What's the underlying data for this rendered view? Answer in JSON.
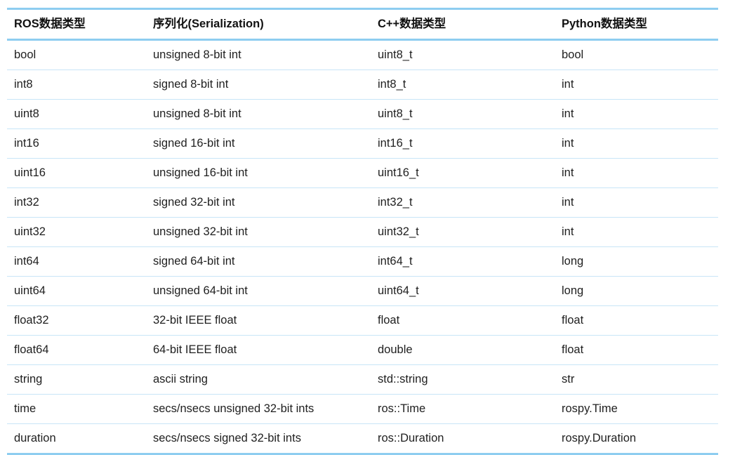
{
  "table": {
    "columns": [
      "ROS数据类型",
      "序列化(Serialization)",
      "C++数据类型",
      "Python数据类型"
    ],
    "rows": [
      [
        "bool",
        "unsigned 8-bit int",
        "uint8_t",
        "bool"
      ],
      [
        "int8",
        "signed 8-bit int",
        "int8_t",
        "int"
      ],
      [
        "uint8",
        "unsigned 8-bit int",
        "uint8_t",
        "int"
      ],
      [
        "int16",
        "signed 16-bit int",
        "int16_t",
        "int"
      ],
      [
        "uint16",
        "unsigned 16-bit int",
        "uint16_t",
        "int"
      ],
      [
        "int32",
        "signed 32-bit int",
        "int32_t",
        "int"
      ],
      [
        "uint32",
        "unsigned 32-bit int",
        "uint32_t",
        "int"
      ],
      [
        "int64",
        "signed 64-bit int",
        "int64_t",
        "long"
      ],
      [
        "uint64",
        "unsigned 64-bit int",
        "uint64_t",
        "long"
      ],
      [
        "float32",
        "32-bit IEEE float",
        "float",
        "float"
      ],
      [
        "float64",
        "64-bit IEEE float",
        "double",
        "float"
      ],
      [
        "string",
        "ascii string",
        "std::string",
        "str"
      ],
      [
        "time",
        "secs/nsecs unsigned 32-bit ints",
        "ros::Time",
        "rospy.Time"
      ],
      [
        "duration",
        "secs/nsecs signed 32-bit ints",
        "ros::Duration",
        "rospy.Duration"
      ]
    ]
  },
  "colors": {
    "border_strong": "#8ecdf0",
    "border_light": "#c8e5f7",
    "text": "#1f1f1f",
    "header_text": "#111111",
    "background": "#ffffff"
  }
}
